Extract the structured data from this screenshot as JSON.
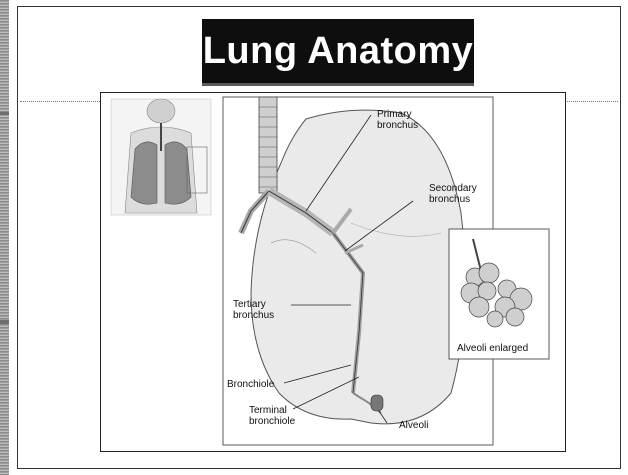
{
  "slide": {
    "title": "Lung Anatomy"
  },
  "diagram": {
    "labels": {
      "primary_bronchus": "Primary\nbronchus",
      "secondary_bronchus": "Secondary\nbronchus",
      "tertiary_bronchus": "Tertiary\nbronchus",
      "bronchiole": "Bronchiole",
      "terminal_bronchiole": "Terminal\nbronchiole",
      "alveoli": "Alveoli",
      "alveoli_enlarged": "Alveoli enlarged"
    }
  }
}
